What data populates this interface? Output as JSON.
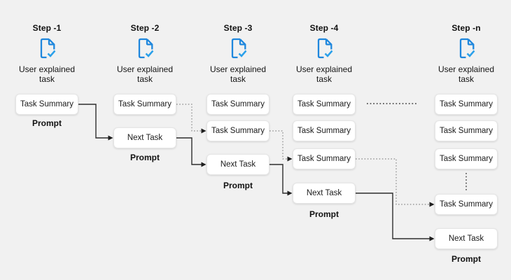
{
  "diagram": {
    "title_hint": "Iterative task prompting workflow",
    "icon_name": "document-check-icon",
    "colors": {
      "background": "#f1f1f1",
      "icon_blue": "#1f87dd",
      "icon_check_blue": "#2ba0ea",
      "box_background": "#ffffff",
      "solid_line": "#2e2e2e",
      "dotted_line": "#8a8a8a"
    },
    "steps": [
      {
        "title": "Step -1",
        "caption": "User explained\ntask",
        "prompt": "Prompt",
        "boxes": [
          {
            "label": "Task Summary"
          }
        ]
      },
      {
        "title": "Step -2",
        "caption": "User explained\ntask",
        "prompt": "Prompt",
        "boxes": [
          {
            "label": "Task Summary"
          },
          {
            "label": "Next Task"
          }
        ]
      },
      {
        "title": "Step -3",
        "caption": "User explained\ntask",
        "prompt": "Prompt",
        "boxes": [
          {
            "label": "Task Summary"
          },
          {
            "label": "Task Summary"
          },
          {
            "label": "Next Task"
          }
        ]
      },
      {
        "title": "Step -4",
        "caption": "User explained\ntask",
        "prompt": "Prompt",
        "boxes": [
          {
            "label": "Task Summary"
          },
          {
            "label": "Task Summary"
          },
          {
            "label": "Task Summary"
          },
          {
            "label": "Next Task"
          }
        ]
      },
      {
        "title": "Step -n",
        "caption": "User explained\ntask",
        "prompt": "Prompt",
        "boxes": [
          {
            "label": "Task Summary"
          },
          {
            "label": "Task Summary"
          },
          {
            "label": "Task Summary"
          },
          {
            "label": "Task Summary"
          },
          {
            "label": "Next Task"
          }
        ]
      }
    ]
  }
}
